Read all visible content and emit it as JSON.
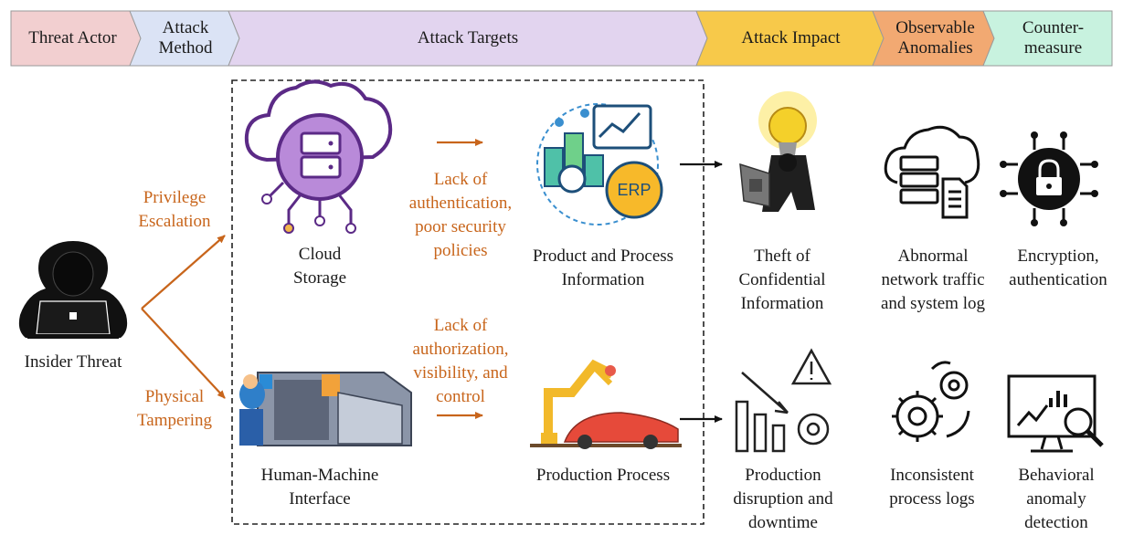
{
  "header": {
    "stages": [
      {
        "label": "Threat Actor",
        "color": "#f2cfd0"
      },
      {
        "label": "Attack Method",
        "color": "#dbe3f5"
      },
      {
        "label": "Attack Targets",
        "color": "#e2d4ef"
      },
      {
        "label": "Attack Impact",
        "color": "#f7c94a"
      },
      {
        "label": "Observable Anomalies",
        "color": "#f2a972"
      },
      {
        "label": "Counter-measure",
        "color": "#c8f2df"
      }
    ]
  },
  "actor": {
    "label": "Insider Threat",
    "icon": "hooded-hacker-laptop-icon"
  },
  "methods": {
    "top": "Privilege Escalation",
    "bottom": "Physical Tampering",
    "color": "#c8651b"
  },
  "targets": {
    "top_left": {
      "label": "Cloud Storage",
      "icon": "cloud-server-icon"
    },
    "top_right": {
      "label": "Product and Process Information",
      "icon": "erp-analytics-icon"
    },
    "bottom_left": {
      "label": "Human-Machine Interface",
      "icon": "hmi-machine-operator-icon"
    },
    "bottom_right": {
      "label": "Production Process",
      "icon": "robot-arm-car-assembly-icon"
    },
    "top_vulnerability": "Lack of authentication, poor security policies",
    "bottom_vulnerability": "Lack of authorization, visibility, and control"
  },
  "impact": {
    "top": {
      "label": "Theft of Confidential Information",
      "icon": "thief-with-lightbulb-icon"
    },
    "bottom": {
      "label": "Production disruption and downtime",
      "icon": "declining-chart-gear-warning-icon"
    }
  },
  "anomalies": {
    "top": {
      "label": "Abnormal network traffic and system log",
      "icon": "cloud-server-document-icon"
    },
    "bottom": {
      "label": "Inconsistent process logs",
      "icon": "gears-cycle-icon"
    }
  },
  "countermeasures": {
    "top": {
      "label": "Encryption, authentication",
      "icon": "circuit-lock-icon"
    },
    "bottom": {
      "label": "Behavioral anomaly detection",
      "icon": "monitor-magnifier-chart-icon"
    }
  }
}
